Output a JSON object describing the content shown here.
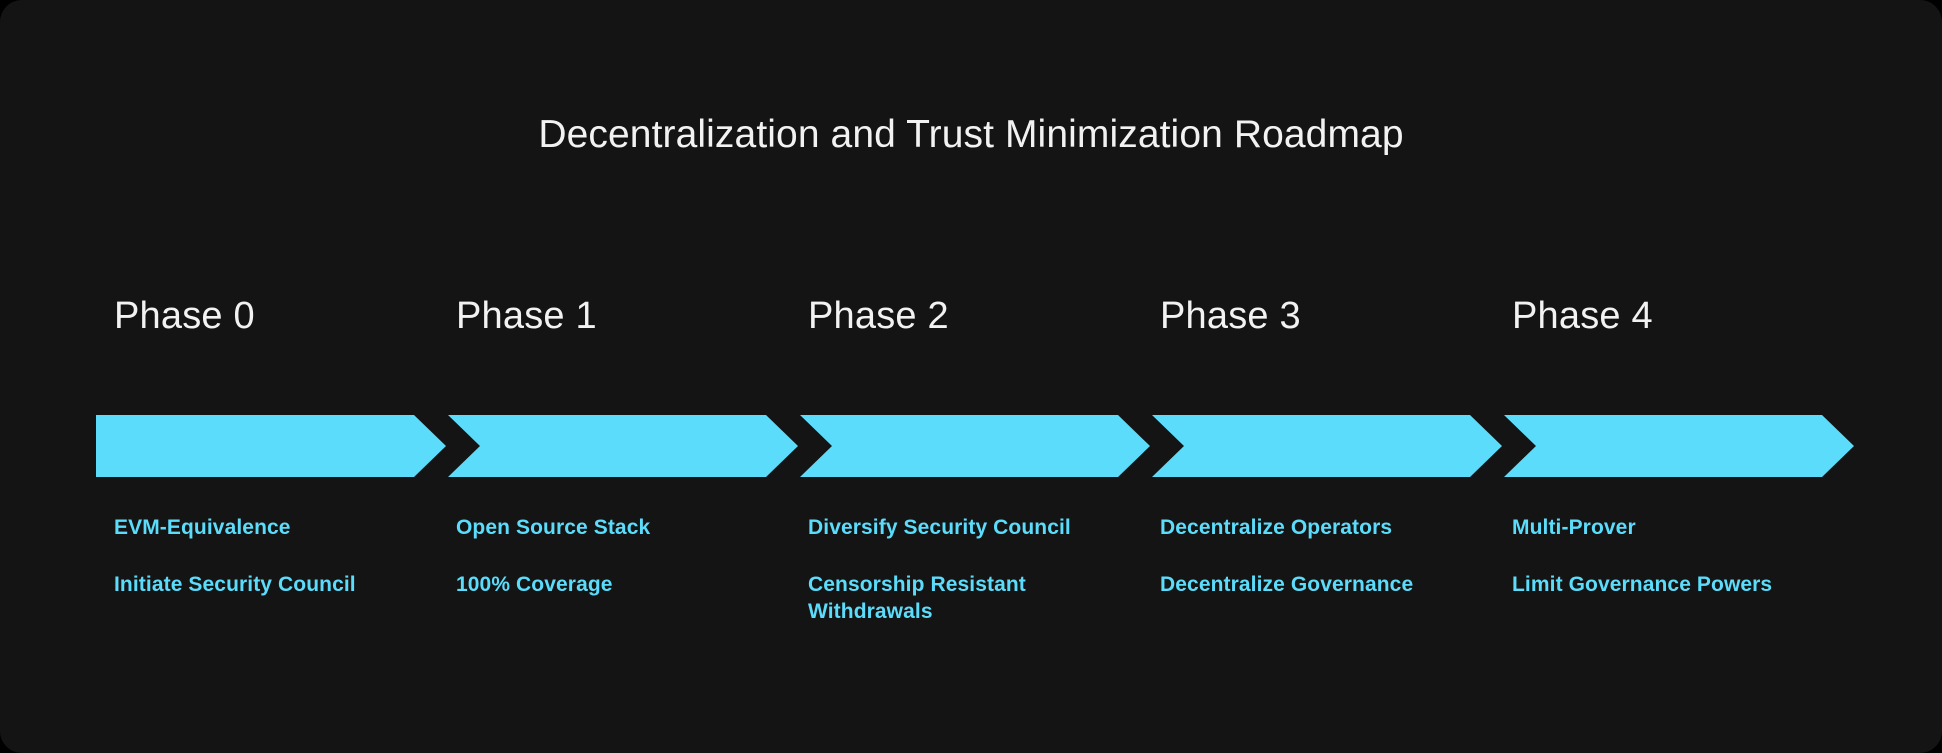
{
  "title": "Decentralization and Trust Minimization Roadmap",
  "colors": {
    "background": "#141414",
    "accent": "#5cdcfb",
    "title_text": "#f2f2f2",
    "phase_label_text": "#f2f2f2"
  },
  "phases": [
    {
      "label": "Phase 0",
      "items": [
        "EVM-Equivalence",
        "Initiate Security Council"
      ]
    },
    {
      "label": "Phase 1",
      "items": [
        "Open Source Stack",
        "100% Coverage"
      ]
    },
    {
      "label": "Phase 2",
      "items": [
        "Diversify Security Council",
        "Censorship Resistant Withdrawals"
      ]
    },
    {
      "label": "Phase 3",
      "items": [
        "Decentralize Operators",
        "Decentralize Governance"
      ]
    },
    {
      "label": "Phase 4",
      "items": [
        "Multi-Prover",
        "Limit Governance Powers"
      ]
    }
  ],
  "chart_data": {
    "type": "diagram",
    "subtype": "chevron-roadmap",
    "title": "Decentralization and Trust Minimization Roadmap",
    "orientation": "horizontal",
    "stages": [
      {
        "name": "Phase 0",
        "index": 0,
        "milestones": [
          "EVM-Equivalence",
          "Initiate Security Council"
        ]
      },
      {
        "name": "Phase 1",
        "index": 1,
        "milestones": [
          "Open Source Stack",
          "100% Coverage"
        ]
      },
      {
        "name": "Phase 2",
        "index": 2,
        "milestones": [
          "Diversify Security Council",
          "Censorship Resistant Withdrawals"
        ]
      },
      {
        "name": "Phase 3",
        "index": 3,
        "milestones": [
          "Decentralize Operators",
          "Decentralize Governance"
        ]
      },
      {
        "name": "Phase 4",
        "index": 4,
        "milestones": [
          "Multi-Prover",
          "Limit Governance Powers"
        ]
      }
    ],
    "legend": [],
    "xlabel": "",
    "ylabel": ""
  }
}
